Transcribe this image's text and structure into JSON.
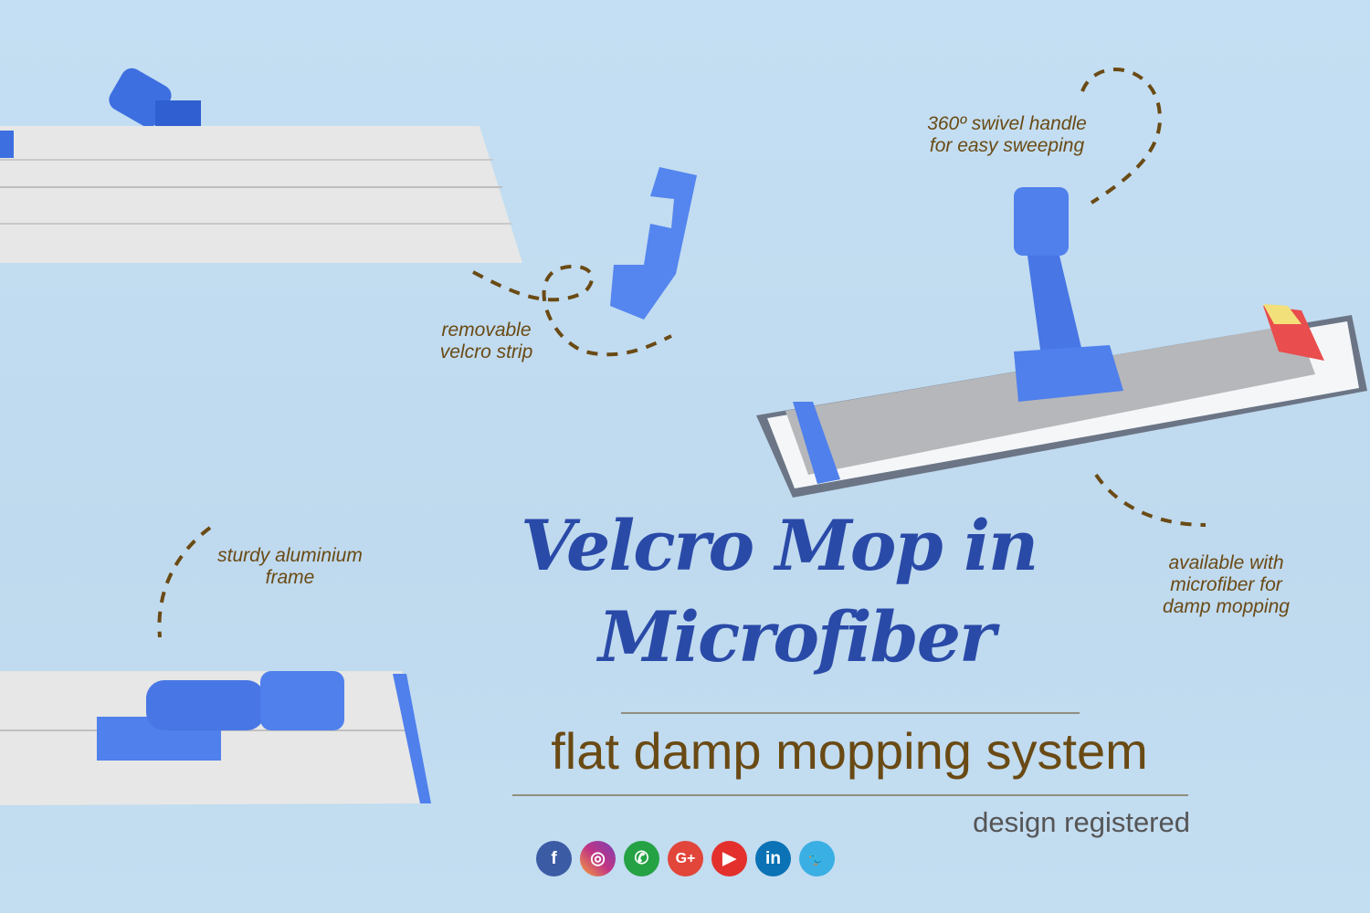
{
  "title": {
    "line1": "Velcro Mop in",
    "line2": "Microfiber"
  },
  "subtitle": "flat damp mopping system",
  "design_note": "design registered",
  "annotations": {
    "swivel": {
      "line1": "360º swivel handle",
      "line2": "for easy sweeping"
    },
    "velcro": {
      "line1": "removable",
      "line2": "velcro strip"
    },
    "frame": {
      "line1": "sturdy aluminium",
      "line2": "frame"
    },
    "microfiber": {
      "line1": "available with",
      "line2": "microfiber for",
      "line3": "damp mopping"
    }
  },
  "social": [
    {
      "name": "facebook",
      "glyph": "f",
      "color": "#3b5ba5"
    },
    {
      "name": "instagram",
      "glyph": "◎",
      "color": "#c13584"
    },
    {
      "name": "whatsapp",
      "glyph": "✆",
      "color": "#25a244"
    },
    {
      "name": "google-plus",
      "glyph": "G+",
      "color": "#e2453a"
    },
    {
      "name": "youtube",
      "glyph": "▶",
      "color": "#e3302c"
    },
    {
      "name": "linkedin",
      "glyph": "in",
      "color": "#0b72b5"
    },
    {
      "name": "twitter",
      "glyph": "🐦",
      "color": "#3aafe3"
    }
  ],
  "colors": {
    "accent": "#2a4aa8",
    "note": "#6a4a14",
    "plastic": "#4a7de8"
  }
}
